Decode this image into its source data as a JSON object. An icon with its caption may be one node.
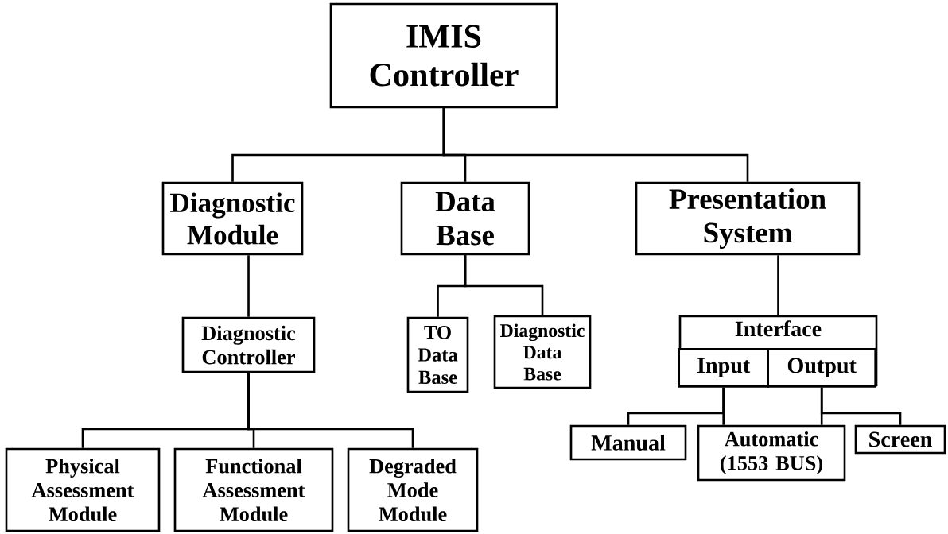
{
  "diagram": {
    "nodes": [
      {
        "text": [
          "IMIS Controller"
        ]
      },
      {
        "text": [
          "Diagnostic Module"
        ]
      },
      {
        "text": [
          "Data Base"
        ]
      },
      {
        "text": [
          "Presentation System"
        ]
      },
      {
        "text": [
          "Diagnostic Controller"
        ]
      },
      {
        "text": [
          "TO Data Base"
        ]
      },
      {
        "text": [
          "Diagnostic Data Base"
        ]
      },
      {
        "text": [
          "Interface"
        ]
      },
      {
        "text": [
          "Input"
        ],
        "in": 7
      },
      {
        "text": [
          "Output"
        ],
        "in": 7
      },
      {
        "text": [
          "Physical Assessment Module"
        ]
      },
      {
        "text": [
          "Functional Assessment Module"
        ]
      },
      {
        "text": [
          "Degraded Mode Module"
        ]
      },
      {
        "text": [
          "Manual"
        ]
      },
      {
        "text": [
          "Automatic (1553 BUS)"
        ]
      },
      {
        "text": [
          "Screen"
        ]
      }
    ],
    "edges": [
      {
        "from": 0,
        "to": 1,
        "arrow": "none"
      },
      {
        "from": 0,
        "to": 2,
        "arrow": "none"
      },
      {
        "from": 0,
        "to": 3,
        "arrow": "none"
      },
      {
        "from": 1,
        "to": 4,
        "arrow": "none"
      },
      {
        "from": 2,
        "to": 5,
        "arrow": "none"
      },
      {
        "from": 2,
        "to": 6,
        "arrow": "none"
      },
      {
        "from": 3,
        "to": 7,
        "arrow": "none"
      },
      {
        "from": 4,
        "to": 10,
        "arrow": "none"
      },
      {
        "from": 4,
        "to": 11,
        "arrow": "none"
      },
      {
        "from": 4,
        "to": 12,
        "arrow": "none"
      },
      {
        "from": 8,
        "to": 13,
        "arrow": "none"
      },
      {
        "from": 8,
        "to": 14,
        "arrow": "none"
      },
      {
        "from": 9,
        "to": 14,
        "arrow": "none"
      },
      {
        "from": 9,
        "to": 15,
        "arrow": "none"
      }
    ]
  }
}
